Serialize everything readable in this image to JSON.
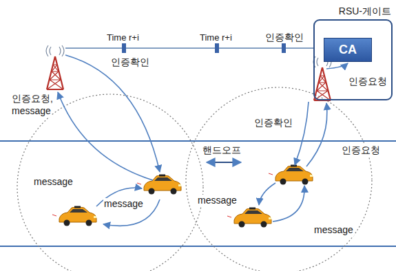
{
  "diagram": {
    "nodes": [
      {
        "text": [
          "RSU-게이트"
        ]
      },
      {
        "text": [
          "CA"
        ],
        "in": 0
      }
    ],
    "labels": [
      "Time r+i",
      "Time r+i",
      "인증확인",
      "인증확인",
      "인증요청",
      "인증요청,",
      "message",
      "인증확인",
      "인증요청",
      "핸드오프",
      "message",
      "message",
      "message",
      "message"
    ]
  }
}
